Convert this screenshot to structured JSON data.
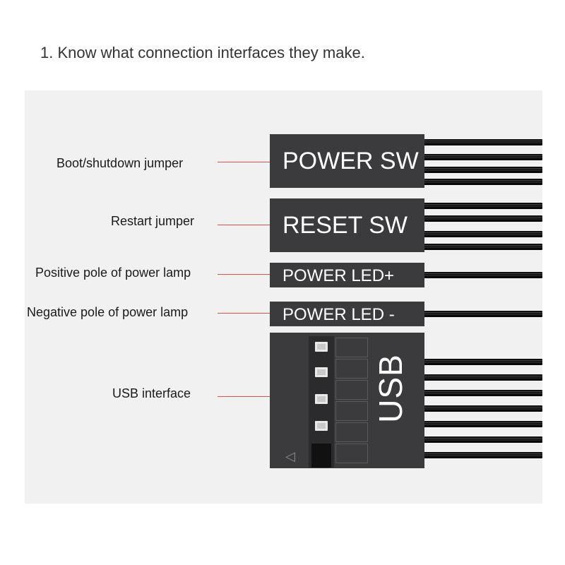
{
  "heading": "1. Know what connection interfaces they make.",
  "labels": {
    "power_sw": "Boot/shutdown jumper",
    "reset_sw": "Restart jumper",
    "power_led_pos": "Positive pole of power lamp",
    "power_led_neg": "Negative pole of power lamp",
    "usb": "USB interface"
  },
  "connectors": {
    "power_sw": "POWER SW",
    "reset_sw": "RESET SW",
    "power_led_pos": "POWER LED+",
    "power_led_neg": "POWER LED -",
    "usb": "USB"
  },
  "colors": {
    "leader_line": "#d9534f",
    "connector_body": "#3b3b3d",
    "panel_background": "#f1f1f1",
    "wire": "#000000"
  },
  "icons": {
    "key_marker": "triangle-left-icon"
  }
}
